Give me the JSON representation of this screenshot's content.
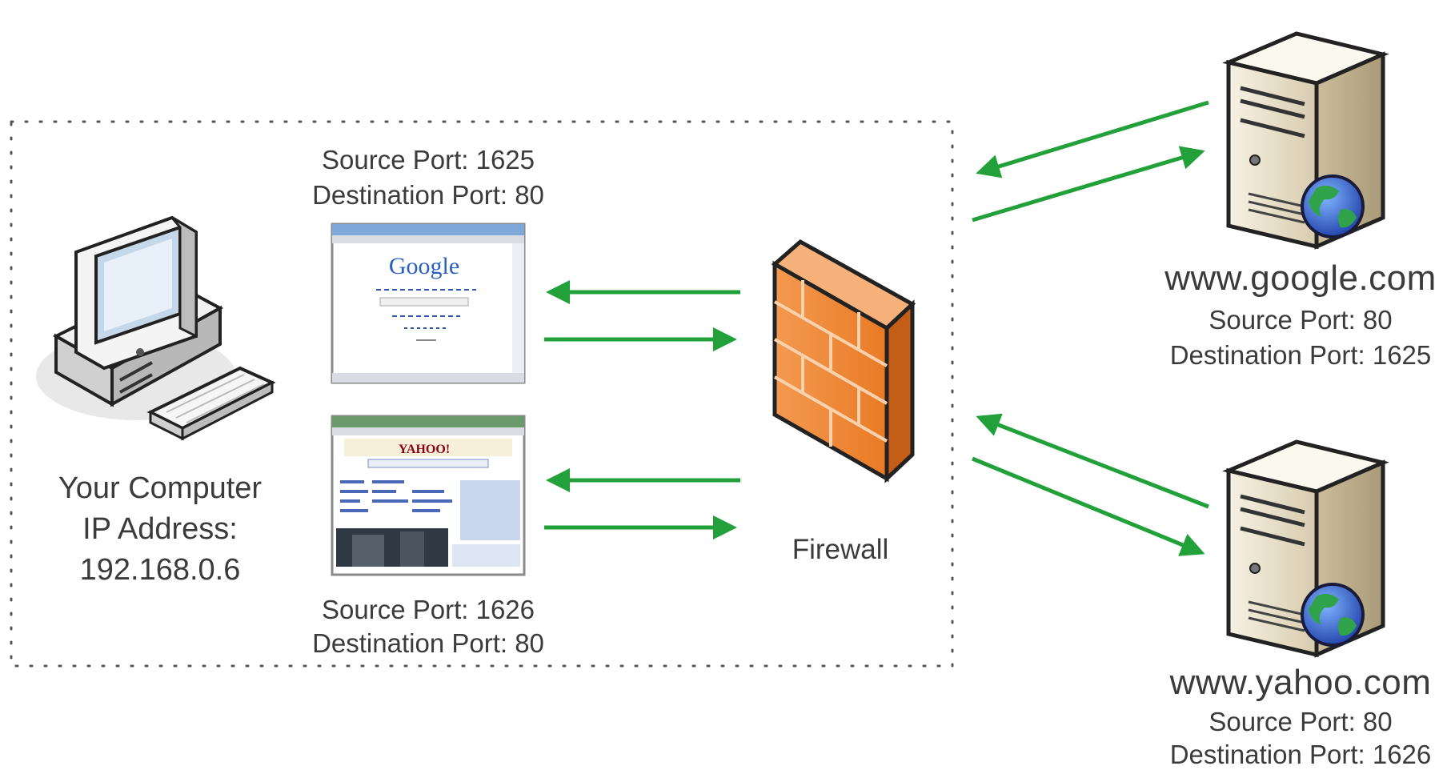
{
  "computer": {
    "name_line1": "Your Computer",
    "name_line2": "IP Address:",
    "ip": "192.168.0.6",
    "icon": "desktop-computer-icon"
  },
  "browser_google": {
    "source_port": "Source Port: 1625",
    "destination_port": "Destination Port: 80",
    "logo_text": "Google",
    "icon": "browser-window-google-icon"
  },
  "browser_yahoo": {
    "source_port": "Source Port: 1626",
    "destination_port": "Destination Port: 80",
    "logo_text": "YAHOO!",
    "icon": "browser-window-yahoo-icon"
  },
  "firewall": {
    "label": "Firewall",
    "icon": "firewall-brick-wall-icon",
    "color": "#f08a3a"
  },
  "server_google": {
    "host": "www.google.com",
    "source_port": "Source Port: 80",
    "destination_port": "Destination Port: 1625",
    "icon": "web-server-icon"
  },
  "server_yahoo": {
    "host": "www.yahoo.com",
    "source_port": "Source Port: 80",
    "destination_port": "Destination Port: 1626",
    "icon": "web-server-icon"
  },
  "colors": {
    "arrow": "#22a03a",
    "boundary": "#555555",
    "text": "#3b3b3b"
  }
}
